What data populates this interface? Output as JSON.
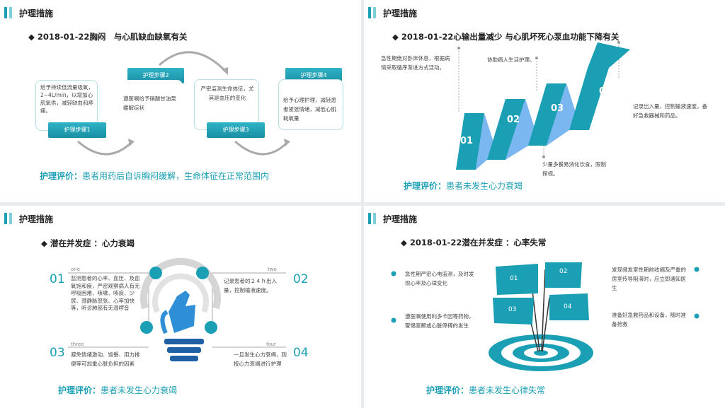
{
  "panel1": {
    "header": "护理措施",
    "subtitle": "◆ 2018-01-22胸闷　与心肌缺血缺氧有关",
    "steps": [
      {
        "label": "护理步骤1",
        "text": "给予持续低流量吸氧，2~4L/min，以增加心肌氧供，减轻缺血和疼痛。"
      },
      {
        "label": "护理步骤2",
        "text": "遵医嘱给予硝酸甘油泵缓解症状"
      },
      {
        "label": "护理步骤3",
        "text": "严密监测生命体征，尤其是血压的变化"
      },
      {
        "label": "护理步骤4",
        "text": "给予心理护理，减轻患者紧张情绪，减低心肌耗氧量"
      }
    ],
    "eval_label": "护理评价：",
    "eval_text": "患者用药后自诉胸闷缓解，生命体征在正常范围内"
  },
  "panel2": {
    "header": "护理措施",
    "subtitle": "◆ 2018-01-22心输出量减少 与心肌坏死心泵血功能下降有关",
    "nums": [
      "01",
      "02",
      "03",
      "04"
    ],
    "notes": [
      "急性期绝对卧床休息，根据病情采取循序渐进方式活动。",
      "协助病人生活护理。",
      "少量多餐易消化饮食，限制探视。",
      "记录出入量，控制输液速度。备好急救器械和药品。"
    ],
    "eval_label": "护理评价：",
    "eval_text": "患者未发生心力衰竭"
  },
  "panel3": {
    "header": "护理措施",
    "subtitle": "◆ 潜在并发症 ：心力衰竭",
    "items": [
      {
        "num": "01",
        "word": "one",
        "text": "监测患者的心率、血压、及血氧饱和度，严密观察病人有无呼吸困难、咳嗽、咳痰、少尿、颈静脉怒张、心率加快等，听诊肺部有无湿啰音"
      },
      {
        "num": "02",
        "word": "two",
        "text": "记录患者的２４ｈ出入量，控制输液速度。"
      },
      {
        "num": "03",
        "word": "three",
        "text": "避免情绪激动、饱餐、用力排便等可加重心脏负担的因素"
      },
      {
        "num": "04",
        "word": "four",
        "text": "一旦发生心力衰竭，则按心力衰竭进行护理"
      }
    ],
    "eval_label": "护理评价：",
    "eval_text": "患者未发生心力衰竭"
  },
  "panel4": {
    "header": "护理措施",
    "subtitle": "◆ 2018-01-22潜在并发症 ：心率失常",
    "flags": [
      "01",
      "02",
      "03",
      "04"
    ],
    "left_notes": [
      "急性期严密心电监测，及时发现心率及心律变化",
      "遵医嘱使用利多卡因等药物，警惕室颤或心脏停搏的发生"
    ],
    "right_notes": [
      "发现频发室性期前收缩及严重的房室传导阻滞时，应立即通知医生",
      "准备好急救药品和设备，随时准备抢救"
    ],
    "eval_label": "护理评价：",
    "eval_text": "患者未发生心律失常"
  },
  "colors": {
    "accent": "#1a9fb5",
    "light": "#7ecfdb",
    "dark": "#13708a"
  }
}
